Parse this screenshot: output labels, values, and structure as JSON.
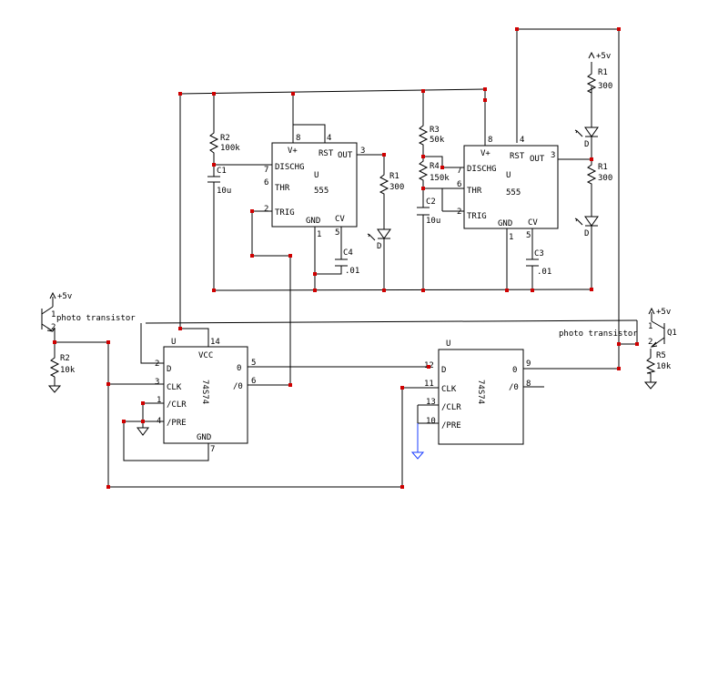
{
  "components": {
    "timer1": {
      "type": "555",
      "ref": "U",
      "pins": {
        "vplus": "V+",
        "rst": "RST",
        "out": "OUT",
        "dischg": "DISCHG",
        "thr": "THR",
        "trig": "TRIG",
        "gnd": "GND",
        "cv": "CV"
      },
      "pin_nums": {
        "p8": "8",
        "p4": "4",
        "p3": "3",
        "p7": "7",
        "p6": "6",
        "p2": "2",
        "p1": "1",
        "p5": "5"
      }
    },
    "timer2": {
      "type": "555",
      "ref": "U",
      "pins": {
        "vplus": "V+",
        "rst": "RST",
        "out": "OUT",
        "dischg": "DISCHG",
        "thr": "THR",
        "trig": "TRIG",
        "gnd": "GND",
        "cv": "CV"
      },
      "pin_nums": {
        "p8": "8",
        "p4": "4",
        "p3": "3",
        "p7": "7",
        "p6": "6",
        "p2": "2",
        "p1": "1",
        "p5": "5"
      }
    },
    "ff1": {
      "type": "74S74",
      "ref": "U",
      "pins": {
        "vcc": "VCC",
        "d": "D",
        "clk": "CLK",
        "clr": "/CLR",
        "pre": "/PRE",
        "gnd": "GND",
        "q": "0",
        "qn": "/0"
      },
      "pin_nums": {
        "p14": "14",
        "p2": "2",
        "p3": "3",
        "p1": "1",
        "p4": "4",
        "p7": "7",
        "p5": "5",
        "p6": "6"
      }
    },
    "ff2": {
      "type": "74S74",
      "ref": "U",
      "pins": {
        "d": "D",
        "clk": "CLK",
        "clr": "/CLR",
        "pre": "/PRE",
        "q": "0",
        "qn": "/0"
      },
      "pin_nums": {
        "p12": "12",
        "p11": "11",
        "p13": "13",
        "p10": "10",
        "p9": "9",
        "p8": "8"
      }
    },
    "r2a": {
      "ref": "R2",
      "value": "100k"
    },
    "c1": {
      "ref": "C1",
      "value": "10u"
    },
    "r1a": {
      "ref": "R1",
      "value": "300"
    },
    "d1": {
      "ref": "D"
    },
    "c4": {
      "ref": "C4",
      "value": ".01"
    },
    "r3": {
      "ref": "R3",
      "value": "50k"
    },
    "r4": {
      "ref": "R4",
      "value": "150k"
    },
    "c2": {
      "ref": "C2",
      "value": "10u"
    },
    "c3": {
      "ref": "C3",
      "value": ".01"
    },
    "r1b": {
      "ref": "R1",
      "value": "300"
    },
    "r1c": {
      "ref": "R1",
      "value": "300"
    },
    "d2": {
      "ref": "D"
    },
    "d3": {
      "ref": "D"
    },
    "r2b": {
      "ref": "R2",
      "value": "10k"
    },
    "r5": {
      "ref": "R5",
      "value": "10k"
    },
    "pt1": {
      "label": "photo transistor",
      "pin1": "1",
      "pin2": "2"
    },
    "pt2": {
      "label": "photo transistor",
      "ref": "Q1",
      "pin1": "1",
      "pin2": "2"
    },
    "supply": {
      "label": "+5v"
    }
  }
}
